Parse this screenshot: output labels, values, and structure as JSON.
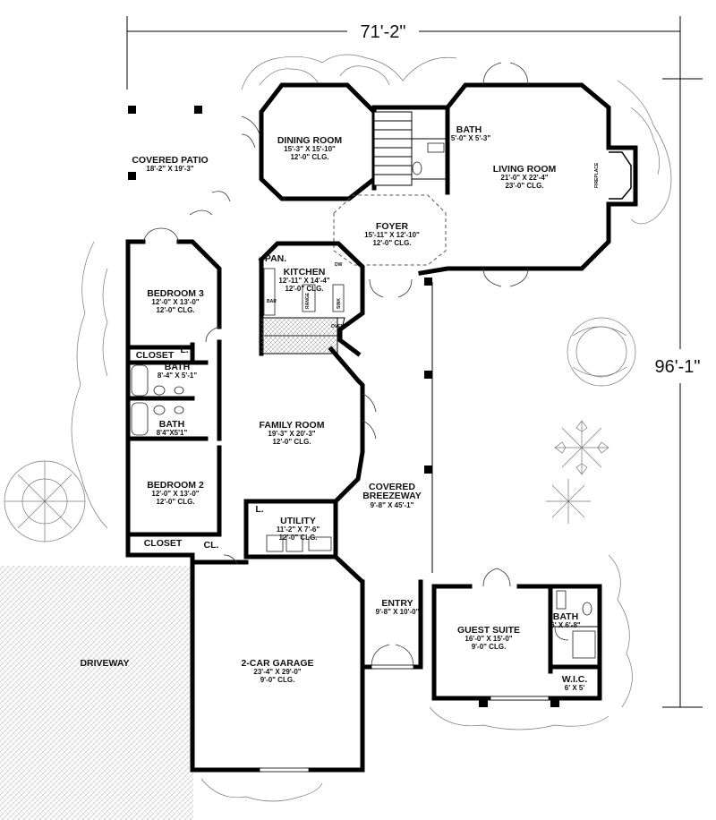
{
  "dimensions": {
    "width": "71'-2\"",
    "depth": "96'-1\""
  },
  "rooms": {
    "covered_patio": {
      "name": "COVERED PATIO",
      "size": "18'-2\" X 19'-3\""
    },
    "dining_room": {
      "name": "DINING ROOM",
      "size": "15'-3\" X 15'-10\"",
      "ceiling": "12'-0\" CLG."
    },
    "foyer": {
      "name": "FOYER",
      "size": "15'-11\" X 12'-10\"",
      "ceiling": "12'-0\" CLG."
    },
    "living_room": {
      "name": "LIVING ROOM",
      "size": "21'-0\" X 22'-4\"",
      "ceiling": "23'-0\" CLG."
    },
    "bath_living": {
      "name": "BATH",
      "size": "5'-0\" X 5'-3\""
    },
    "kitchen": {
      "name": "KITCHEN",
      "size": "12'-11\" X 14'-4\"",
      "ceiling": "12'-0\" CLG."
    },
    "pantry": {
      "name": "PAN."
    },
    "bedroom3": {
      "name": "BEDROOM 3",
      "size": "12'-0\" X 13'-0\"",
      "ceiling": "12'-0\" CLG."
    },
    "closet_b3": {
      "name": "CLOSET"
    },
    "linen_b3": {
      "name": "L."
    },
    "bath_b3": {
      "name": "BATH",
      "size": "8'-4\" X 5'-1\""
    },
    "bath_b2": {
      "name": "BATH",
      "size": "8'4\"X5'1\""
    },
    "family_room": {
      "name": "FAMILY ROOM",
      "size": "19'-3\" X 20'-3\"",
      "ceiling": "12'-0\" CLG."
    },
    "covered_breezeway": {
      "name": "COVERED",
      "name2": "BREEZEWAY",
      "size": "9'-8\" X 45'-1\""
    },
    "bedroom2": {
      "name": "BEDROOM 2",
      "size": "12'-0\" X 13'-0\"",
      "ceiling": "12'-0\" CLG."
    },
    "closet_b2": {
      "name": "CLOSET"
    },
    "cl": {
      "name": "CL."
    },
    "utility": {
      "name": "UTILITY",
      "size": "11'-2\" X 7'-6\"",
      "ceiling": "12'-0\" CLG."
    },
    "linen_util": {
      "name": "L."
    },
    "entry": {
      "name": "ENTRY",
      "size": "9'-8\" X 10'-0\""
    },
    "guest_suite": {
      "name": "GUEST SUITE",
      "size": "16'-0\" X 15'-0\"",
      "ceiling": "9'-0\" CLG."
    },
    "bath_guest": {
      "name": "BATH",
      "size": "6' X 6'-8\""
    },
    "wic": {
      "name": "W.I.C.",
      "size": "6' X 5'"
    },
    "garage": {
      "name": "2-CAR GARAGE",
      "size": "23'-4\" X 29'-0\"",
      "ceiling": "9'-0\" CLG."
    },
    "driveway": {
      "name": "DRIVEWAY"
    }
  },
  "fixture_labels": {
    "fireplace": "FIREPLACE",
    "dw": "DW",
    "range": "RANGE",
    "sink": "SINK",
    "oven": "OVEN",
    "bar": "BAR"
  }
}
